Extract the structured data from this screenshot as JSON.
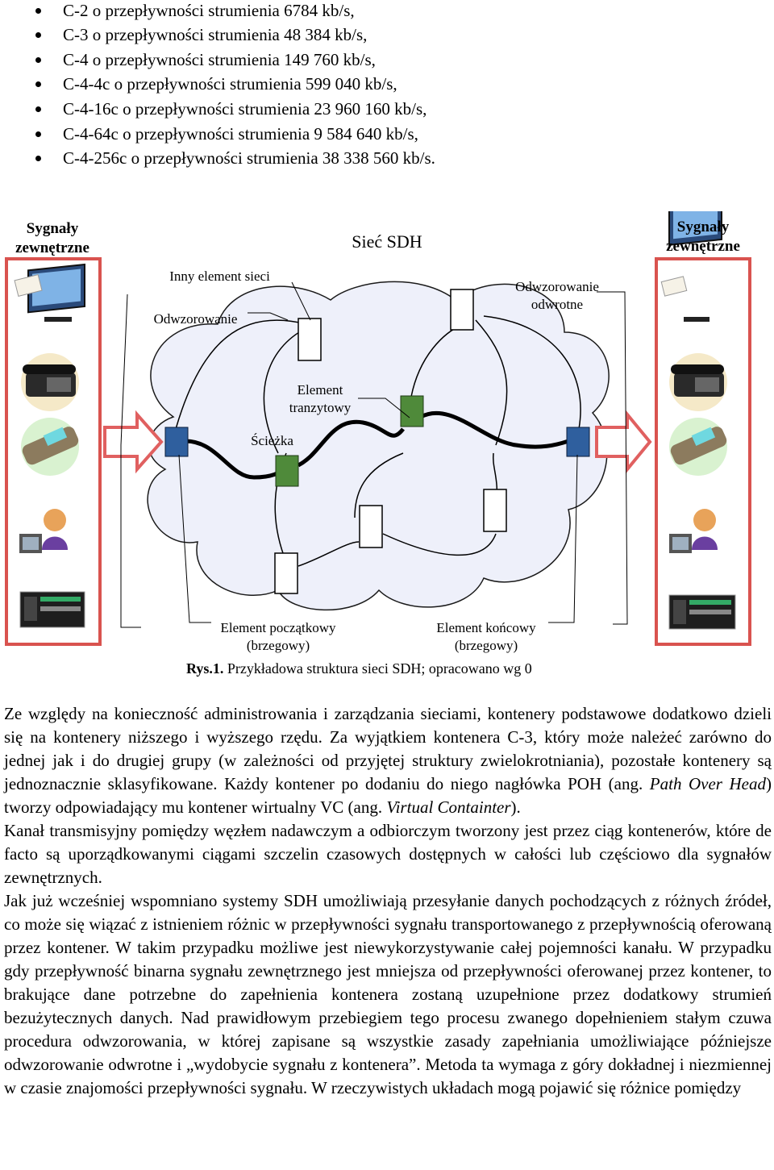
{
  "bullets": [
    "C-2 o przepływności strumienia 6784 kb/s,",
    "C-3 o przepływności strumienia 48 384 kb/s,",
    "C-4 o przepływności strumienia 149 760 kb/s,",
    "C-4-4c o przepływności strumienia 599 040 kb/s,",
    "C-4-16c o przepływności strumienia 23 960 160 kb/s,",
    "C-4-64c o przepływności strumienia 9 584 640 kb/s,",
    "C-4-256c o przepływności strumienia 38 338 560 kb/s."
  ],
  "figure": {
    "left_panel_title_1": "Sygnały",
    "left_panel_title_2": "zewnętrzne",
    "right_panel_title_1": "Sygnały",
    "right_panel_title_2": "zewnętrzne",
    "network_title": "Sieć SDH",
    "other_element": "Inny element sieci",
    "mapping": "Odwzorowanie",
    "reverse_mapping_1": "Odwzorowanie",
    "reverse_mapping_2": "odwrotne",
    "transit_1": "Element",
    "transit_2": "tranzytowy",
    "path": "Ścieżka",
    "start_element_1": "Element początkowy",
    "start_element_2": "(brzegowy)",
    "end_element_1": "Element końcowy",
    "end_element_2": "(brzegowy)",
    "device_icons": [
      "computer-mail-icon",
      "desk-phone-icon",
      "mobile-phone-icon",
      "operator-headset-icon",
      "equipment-rack-icon"
    ],
    "colors": {
      "panel_border": "#d9534f",
      "arrow": "#e06060",
      "edge_node": "#2f5f9e",
      "transit_node": "#4f8a3a",
      "cloud_fill": "#eef0fa"
    }
  },
  "caption": {
    "label": "Rys.1.",
    "text": " Przykładowa struktura sieci SDH; opracowano wg 0"
  },
  "paragraphs": {
    "p1_a": "Ze względy na konieczność administrowania i zarządzania sieciami, kontenery podstawowe dodatkowo dzieli się na kontenery niższego i wyższego rzędu. Za wyjątkiem kontenera C-3, który może należeć zarówno do jednej jak i do drugiej grupy (w zależności od przyjętej struktury zwielokrotniania), pozostałe kontenery są jednoznacznie sklasyfikowane. Każdy kontener po dodaniu do niego nagłówka POH (ang. ",
    "p1_b": "Path Over Head",
    "p1_c": ") tworzy odpowiadający mu kontener wirtualny VC (ang. ",
    "p1_d": "Virtual Containter",
    "p1_e": ").",
    "p2": "Kanał transmisyjny pomiędzy węzłem nadawczym a odbiorczym tworzony jest przez ciąg kontenerów, które de facto są uporządkowanymi ciągami szczelin czasowych dostępnych w całości lub częściowo dla sygnałów zewnętrznych.",
    "p3": "Jak już wcześniej wspomniano systemy SDH umożliwiają przesyłanie danych pochodzących z różnych źródeł, co może się wiązać z istnieniem różnic w przepływności sygnału transportowanego z przepływnością oferowaną przez kontener. W takim przypadku możliwe jest niewykorzystywanie całej pojemności kanału. W przypadku gdy przepływność binarna sygnału zewnętrznego jest mniejsza od przepływności oferowanej przez kontener, to brakujące dane potrzebne do zapełnienia kontenera zostaną uzupełnione przez dodatkowy strumień bezużytecznych danych. Nad prawidłowym przebiegiem tego procesu zwanego dopełnieniem stałym czuwa procedura odwzorowania, w której zapisane są wszystkie zasady zapełniania umożliwiające późniejsze odwzorowanie odwrotne i „wydobycie sygnału z kontenera”. Metoda ta wymaga z góry dokładnej i niezmiennej w czasie znajomości przepływności sygnału. W rzeczywistych układach mogą pojawić się różnice pomiędzy"
  }
}
